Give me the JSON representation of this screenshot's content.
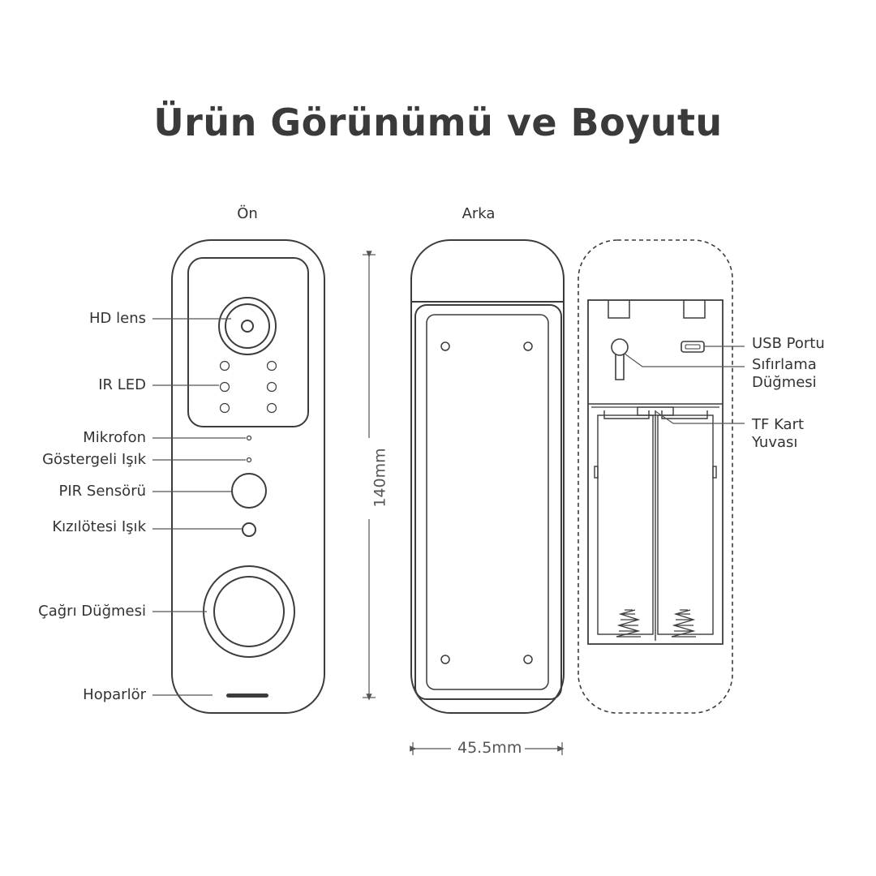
{
  "title": "Ürün Görünümü ve Boyutu",
  "views": {
    "front": "Ön",
    "back": "Arka"
  },
  "front_labels": {
    "hd_lens": "HD lens",
    "ir_led": "IR LED",
    "microphone": "Mikrofon",
    "indicator_light": "Göstergeli Işık",
    "pir_sensor": "PIR Sensörü",
    "infrared_light": "Kızılötesi Işık",
    "call_button": "Çağrı Düğmesi",
    "speaker": "Hoparlör"
  },
  "back_labels": {
    "usb_port": "USB Portu",
    "reset_button_line1": "Sıfırlama",
    "reset_button_line2": "Düğmesi",
    "tf_card_line1": "TF Kart",
    "tf_card_line2": "Yuvası"
  },
  "dimensions": {
    "height": "140mm",
    "width": "45.5mm"
  },
  "colors": {
    "stroke": "#3c3c3c",
    "text": "#333333",
    "leader": "#555555"
  }
}
